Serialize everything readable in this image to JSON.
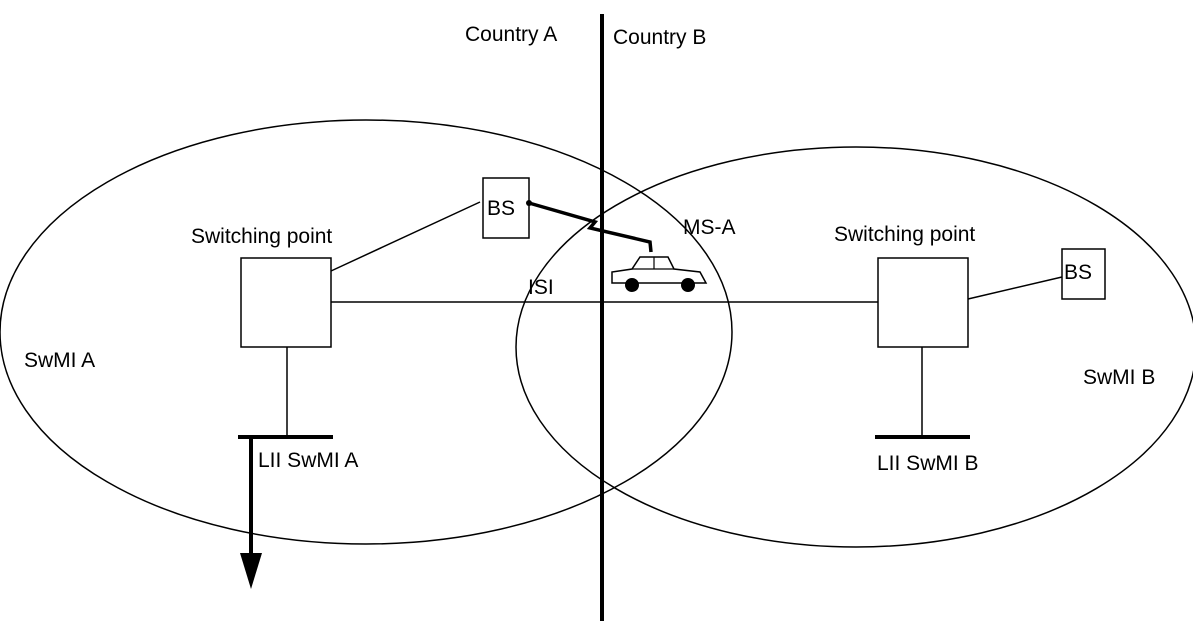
{
  "labels": {
    "country_a": "Country A",
    "country_b": "Country B",
    "bs_left": "BS",
    "bs_right": "BS",
    "ms": "MS-A",
    "switching_point_left": "Switching point",
    "switching_point_right": "Switching point",
    "isi": "ISI",
    "swmi_a": "SwMI A",
    "swmi_b": "SwMI B",
    "lii_a": "LII SwMI A",
    "lii_b": "LII SwMI B"
  }
}
